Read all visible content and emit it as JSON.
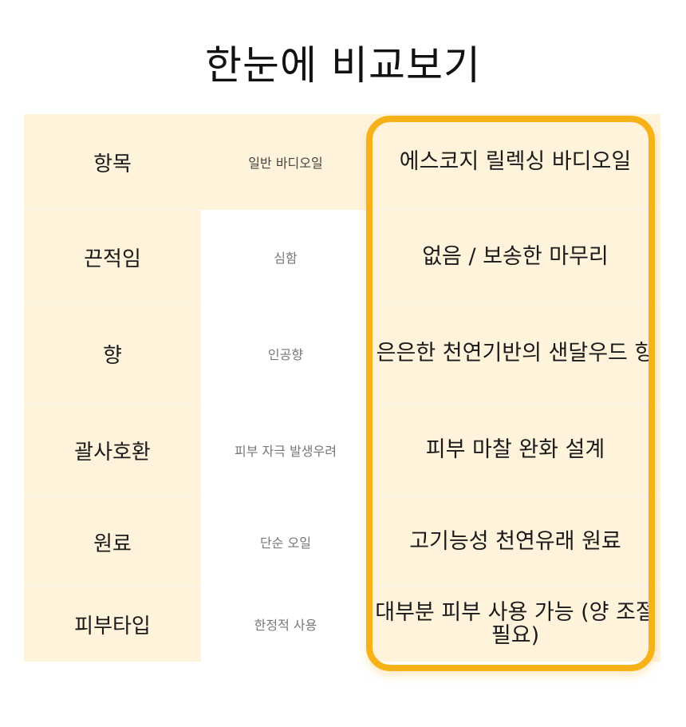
{
  "title": "한눈에 비교보기",
  "columns": {
    "label_header": "항목",
    "normal_header": "일반 바디오일",
    "highlight_header": "에스코지 릴렉싱 바디오일"
  },
  "rows": [
    {
      "label": "끈적임",
      "normal": "심함",
      "highlight": "없음 / 보송한 마무리"
    },
    {
      "label": "향",
      "normal": "인공향",
      "highlight": "은은한 천연기반의 샌달우드 향"
    },
    {
      "label": "괄사호환",
      "normal": "피부 자극 발생우려",
      "highlight": "피부 마찰 완화 설계"
    },
    {
      "label": "원료",
      "normal": "단순 오일",
      "highlight": "고기능성 천연유래 원료"
    },
    {
      "label": "피부타입",
      "normal": "한정적 사용",
      "highlight": "대부분 피부 사용 가능 (양 조절 필요)"
    }
  ],
  "colors": {
    "cell_background": "#fff3dc",
    "highlight_border": "#f7b21a"
  }
}
